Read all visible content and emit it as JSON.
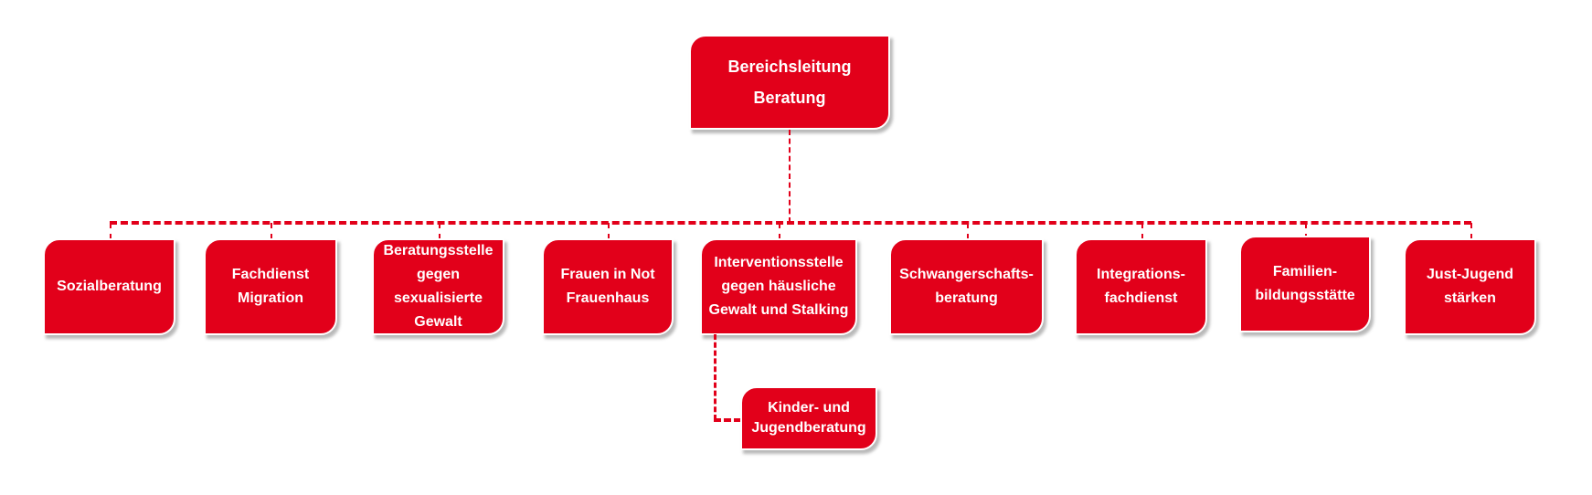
{
  "chart_data": {
    "type": "org-chart",
    "root": "Bereichsleitung Beratung",
    "children": [
      "Sozialberatung",
      "Fachdienst Migration",
      "Beratungsstelle gegen sexualisierte Gewalt",
      "Frauen in Not Frauenhaus",
      "Interventionsstelle gegen häusliche Gewalt und Stalking",
      "Schwangerschafts-beratung",
      "Integrations-fachdienst",
      "Familien-bildungsstätte",
      "Just-Jugend stärken"
    ],
    "sub_children": {
      "Interventionsstelle gegen häusliche Gewalt und Stalking": [
        "Kinder- und Jugendberatung"
      ]
    }
  },
  "colors": {
    "box": "#e2001a",
    "text": "#ffffff",
    "line": "#e2001a"
  },
  "root": {
    "line1": "Bereichsleitung",
    "line2": "Beratung"
  },
  "units": [
    {
      "lines": [
        "Sozialberatung"
      ]
    },
    {
      "lines": [
        "Fachdienst",
        "Migration"
      ]
    },
    {
      "lines": [
        "Beratungsstelle",
        "gegen",
        "sexualisierte",
        "Gewalt"
      ]
    },
    {
      "lines": [
        "Frauen in Not",
        "Frauenhaus"
      ]
    },
    {
      "lines": [
        "Interventionsstelle",
        "gegen häusliche",
        "Gewalt und Stalking"
      ]
    },
    {
      "lines": [
        "Schwangerschafts-",
        "beratung"
      ]
    },
    {
      "lines": [
        "Integrations-",
        "fachdienst"
      ]
    },
    {
      "lines": [
        "Familien-",
        "bildungsstätte"
      ]
    },
    {
      "lines": [
        "Just-Jugend",
        "stärken"
      ]
    }
  ],
  "sub_unit": {
    "lines": [
      "Kinder- und",
      "Jugendberatung"
    ]
  }
}
